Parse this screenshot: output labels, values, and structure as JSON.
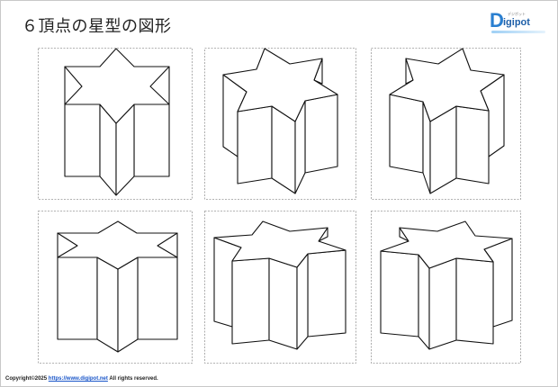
{
  "header": {
    "title": "６頂点の星型の図形",
    "logo": {
      "initial": "D",
      "rest": "igipot",
      "kana": "デジポット"
    }
  },
  "footer": {
    "copyright": "Copyright©2025",
    "link": "https://www.digipot.net",
    "rights": "All rights reserved."
  },
  "colors": {
    "stroke": "#111111",
    "panel_border": "#999999",
    "link": "#1a56c9"
  },
  "figures": [
    {
      "id": 1,
      "view": "front, tall"
    },
    {
      "id": 2,
      "view": "rotated left, tall"
    },
    {
      "id": 3,
      "view": "rotated right, tall"
    },
    {
      "id": 4,
      "view": "front, low"
    },
    {
      "id": 5,
      "view": "rotated left, low"
    },
    {
      "id": 6,
      "view": "rotated right, low"
    }
  ]
}
